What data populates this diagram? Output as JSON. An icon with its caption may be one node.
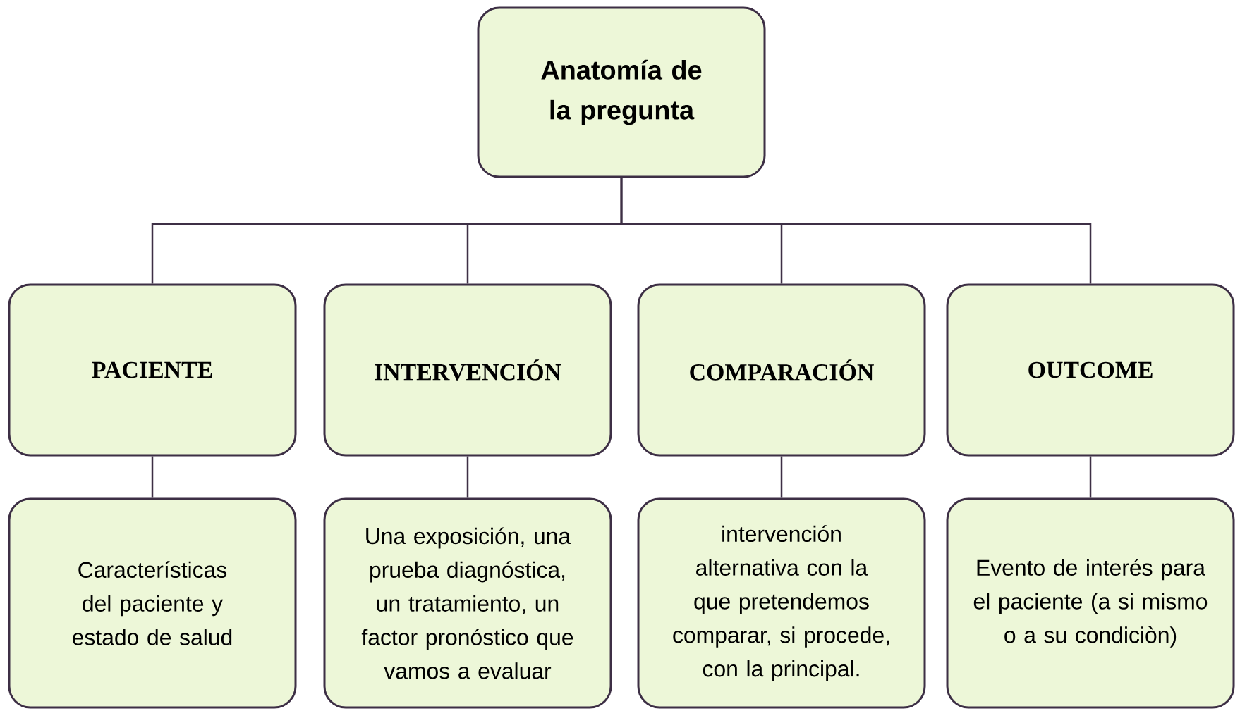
{
  "diagram": {
    "nodes": [
      {
        "text": [
          "Anatomía de la pregunta"
        ]
      },
      {
        "text": [
          "PACIENTE"
        ]
      },
      {
        "text": [
          "INTERVENCIÓN"
        ]
      },
      {
        "text": [
          "COMPARACIÓN"
        ]
      },
      {
        "text": [
          "OUTCOME"
        ]
      },
      {
        "text": [
          "Características del paciente y estado de salud"
        ]
      },
      {
        "text": [
          "Una exposición, una prueba diagnóstica, un tratamiento, un factor pronóstico que  vamos a evaluar"
        ]
      },
      {
        "text": [
          "intervención alternativa con la que pretendemos comparar, si procede, con la principal."
        ]
      },
      {
        "text": [
          "Evento de interés para el paciente (a si mismo o a su condiciòn)"
        ]
      }
    ],
    "edges": [
      {
        "from": 0,
        "to": 1,
        "arrow": "none"
      },
      {
        "from": 0,
        "to": 2,
        "arrow": "none"
      },
      {
        "from": 0,
        "to": 3,
        "arrow": "none"
      },
      {
        "from": 0,
        "to": 4,
        "arrow": "none"
      },
      {
        "from": 1,
        "to": 5,
        "arrow": "none"
      },
      {
        "from": 2,
        "to": 6,
        "arrow": "none"
      },
      {
        "from": 3,
        "to": 7,
        "arrow": "none"
      },
      {
        "from": 4,
        "to": 8,
        "arrow": "none"
      }
    ]
  }
}
